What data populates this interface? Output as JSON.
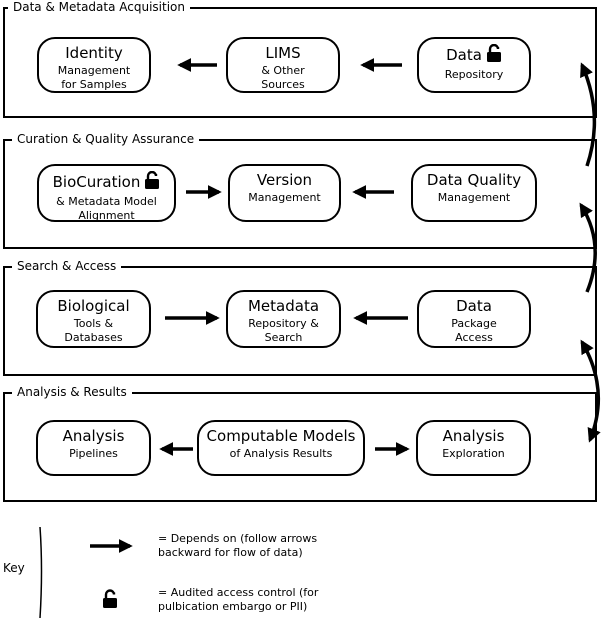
{
  "sections": [
    {
      "title": "Data & Metadata Acquisition",
      "nodes": [
        {
          "title": "Identity",
          "sub": "Management\nfor Samples"
        },
        {
          "title": "LIMS",
          "sub": "& Other\nSources"
        },
        {
          "title": "Data",
          "sub": "Repository",
          "locked": true
        }
      ]
    },
    {
      "title": "Curation & Quality Assurance",
      "nodes": [
        {
          "title": "BioCuration",
          "sub": "& Metadata Model\nAlignment",
          "locked": true
        },
        {
          "title": "Version",
          "sub": "Management"
        },
        {
          "title": "Data Quality",
          "sub": "Management"
        }
      ]
    },
    {
      "title": "Search & Access",
      "nodes": [
        {
          "title": "Biological",
          "sub": "Tools &\nDatabases"
        },
        {
          "title": "Metadata",
          "sub": "Repository &\nSearch"
        },
        {
          "title": "Data",
          "sub": "Package\nAccess"
        }
      ]
    },
    {
      "title": "Analysis & Results",
      "nodes": [
        {
          "title": "Analysis",
          "sub": "Pipelines"
        },
        {
          "title": "Computable Models",
          "sub": "of Analysis Results"
        },
        {
          "title": "Analysis",
          "sub": "Exploration"
        }
      ]
    }
  ],
  "key": {
    "label": "Key",
    "arrow_text": "= Depends on (follow arrows\nbackward for flow of data)",
    "lock_text": "= Audited access control (for\npulbication embargo or PII)"
  }
}
